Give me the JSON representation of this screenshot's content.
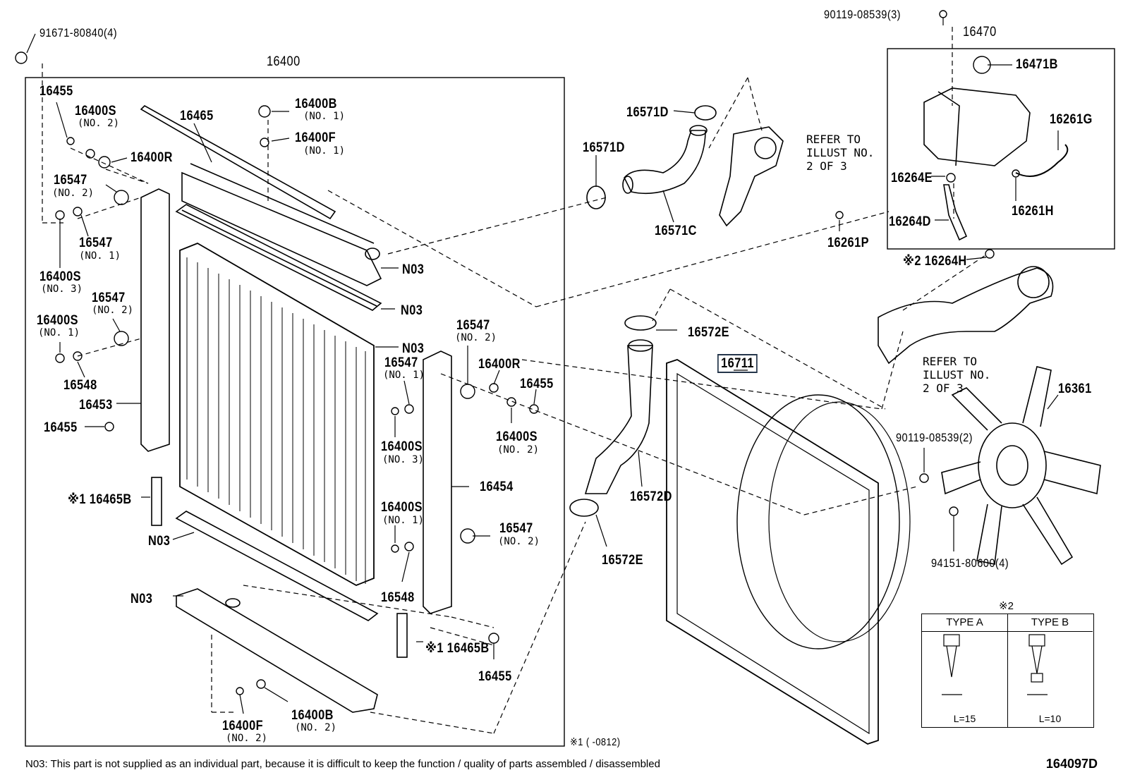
{
  "labels": {
    "l91671": "91671-80840(4)",
    "l90119a": "90119-08539(3)",
    "l16470": "16470",
    "l16471B": "16471B",
    "l16400": "16400",
    "l16455a": "16455",
    "l16400Sa": "16400S",
    "l16400Sa_s": "(NO. 2)",
    "l16465": "16465",
    "l16400B": "16400B",
    "l16400B_s": "(NO. 1)",
    "l16400F": "16400F",
    "l16400F_s": "(NO. 1)",
    "l16400Ra": "16400R",
    "l16547a": "16547",
    "l16547a_s": "(NO. 2)",
    "l16547b": "16547",
    "l16547b_s": "(NO. 1)",
    "l16400Sb": "16400S",
    "l16400Sb_s": "(NO. 3)",
    "l16547c": "16547",
    "l16547c_s": "(NO. 2)",
    "l16400Sc": "16400S",
    "l16400Sc_s": "(NO. 1)",
    "l16548a": "16548",
    "l16453": "16453",
    "l16455b": "16455",
    "l16465Ba": "※1 16465B",
    "lN03a": "N03",
    "lN03b": "N03",
    "lN03c": "N03",
    "lN03d": "N03",
    "lN03e": "N03",
    "l16571Da": "16571D",
    "l16571Db": "16571D",
    "l16571C": "16571C",
    "lref1": [
      "REFER TO",
      "ILLUST NO.",
      "2 OF 3"
    ],
    "l16261G": "16261G",
    "l16264E": "16264E",
    "l16261H": "16261H",
    "l16264D": "16264D",
    "l16261P": "16261P",
    "l16264H": "※2 16264H",
    "l16572Ea": "16572E",
    "l16711": "16711",
    "lref2": [
      "REFER TO",
      "ILLUST NO.",
      "2 OF 3"
    ],
    "l16361": "16361",
    "l16547d": "16547",
    "l16547d_s": "(NO. 2)",
    "l16547e": "16547",
    "l16547e_s": "(NO. 1)",
    "l16400Rb": "16400R",
    "l16455c": "16455",
    "l16400Sd": "16400S",
    "l16400Sd_s": "(NO. 2)",
    "l16400Se": "16400S",
    "l16400Se_s": "(NO. 3)",
    "l16454": "16454",
    "l16400Sf": "16400S",
    "l16400Sf_s": "(NO. 1)",
    "l16547f": "16547",
    "l16547f_s": "(NO. 2)",
    "l16548b": "16548",
    "l16465Bb": "※1 16465B",
    "l16455d": "16455",
    "l16400Fb": "16400F",
    "l16400Fb_s": "(NO. 2)",
    "l16400Bb": "16400B",
    "l16400Bb_s": "(NO. 2)",
    "l16572D": "16572D",
    "l16572Eb": "16572E",
    "l90119b": "90119-08539(2)",
    "l94151": "94151-80600(4)",
    "lnote1": "※1 (    -0812)"
  },
  "table": {
    "mark": "※2",
    "type_a": "TYPE A",
    "type_b": "TYPE B",
    "len_a": "L=15",
    "len_b": "L=10"
  },
  "footer": {
    "note": "N03: This part is not supplied as an individual part, because it is difficult to keep the function / quality of parts assembled / disassembled",
    "diagram_id": "164097D"
  }
}
